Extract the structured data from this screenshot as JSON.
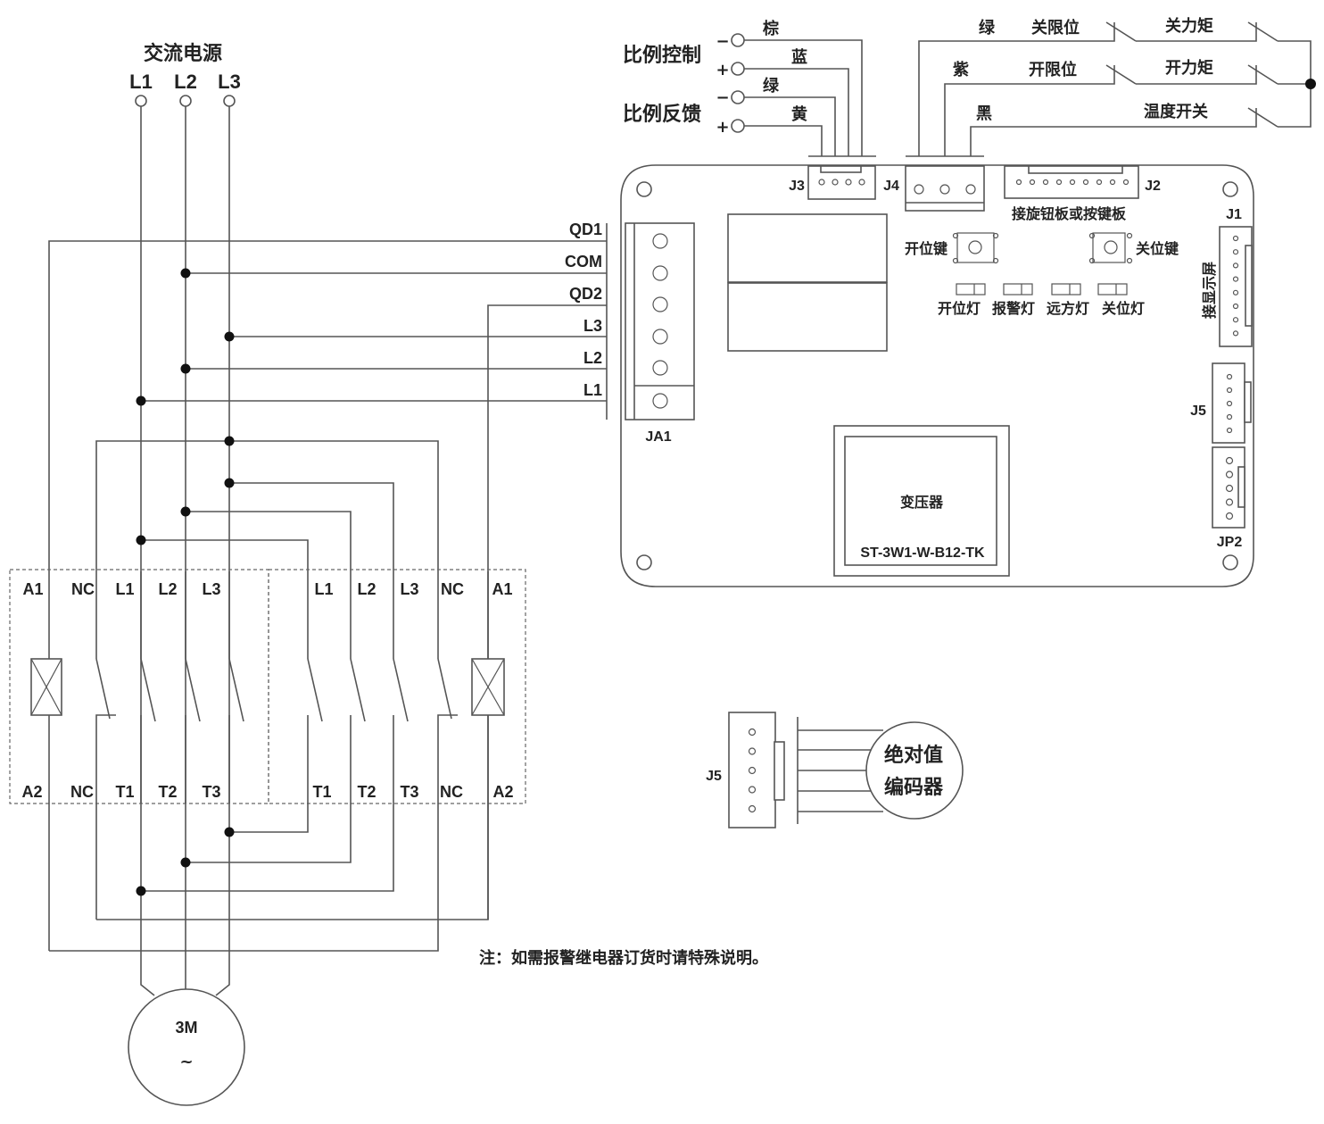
{
  "power_source": {
    "title": "交流电源",
    "phases": [
      "L1",
      "L2",
      "L3"
    ]
  },
  "signals": {
    "proportional_control": {
      "label": "比例控制",
      "minus_sign": "−",
      "plus_sign": "+",
      "minus_wire_color": "棕",
      "plus_wire_color": "蓝"
    },
    "proportional_feedback": {
      "label": "比例反馈",
      "minus_sign": "−",
      "plus_sign": "+",
      "minus_wire_color": "绿",
      "plus_wire_color": "黄"
    }
  },
  "switches": {
    "rows": [
      {
        "wire_color": "绿",
        "limit": "关限位",
        "torque": "关力矩"
      },
      {
        "wire_color": "紫",
        "limit": "开限位",
        "torque": "开力矩"
      },
      {
        "wire_color": "黑",
        "limit": "",
        "torque": "温度开关"
      }
    ]
  },
  "board": {
    "j3": "J3",
    "j4": "J4",
    "j2": "J2",
    "j2_desc": "接旋钮板或按键板",
    "j1": "J1",
    "j1_desc": "接显示屏",
    "j5": "J5",
    "jp2": "JP2",
    "ja1": "JA1",
    "ja1_terminals": [
      "QD1",
      "COM",
      "QD2",
      "L3",
      "L2",
      "L1"
    ],
    "open_key": "开位键",
    "close_key": "关位键",
    "leds": [
      "开位灯",
      "报警灯",
      "远方灯",
      "关位灯"
    ],
    "transformer_label": "变压器",
    "transformer_model": "ST-3W1-W-B12-TK"
  },
  "contactors": {
    "left_top": [
      "A1",
      "NC",
      "L1",
      "L2",
      "L3"
    ],
    "left_bottom": [
      "A2",
      "NC",
      "T1",
      "T2",
      "T3"
    ],
    "right_top": [
      "L1",
      "L2",
      "L3",
      "NC",
      "A1"
    ],
    "right_bottom": [
      "T1",
      "T2",
      "T3",
      "NC",
      "A2"
    ]
  },
  "encoder": {
    "connector": "J5",
    "line1": "绝对值",
    "line2": "编码器"
  },
  "motor": {
    "label": "3M",
    "symbol": "~"
  },
  "note": "注：如需报警继电器订货时请特殊说明。"
}
